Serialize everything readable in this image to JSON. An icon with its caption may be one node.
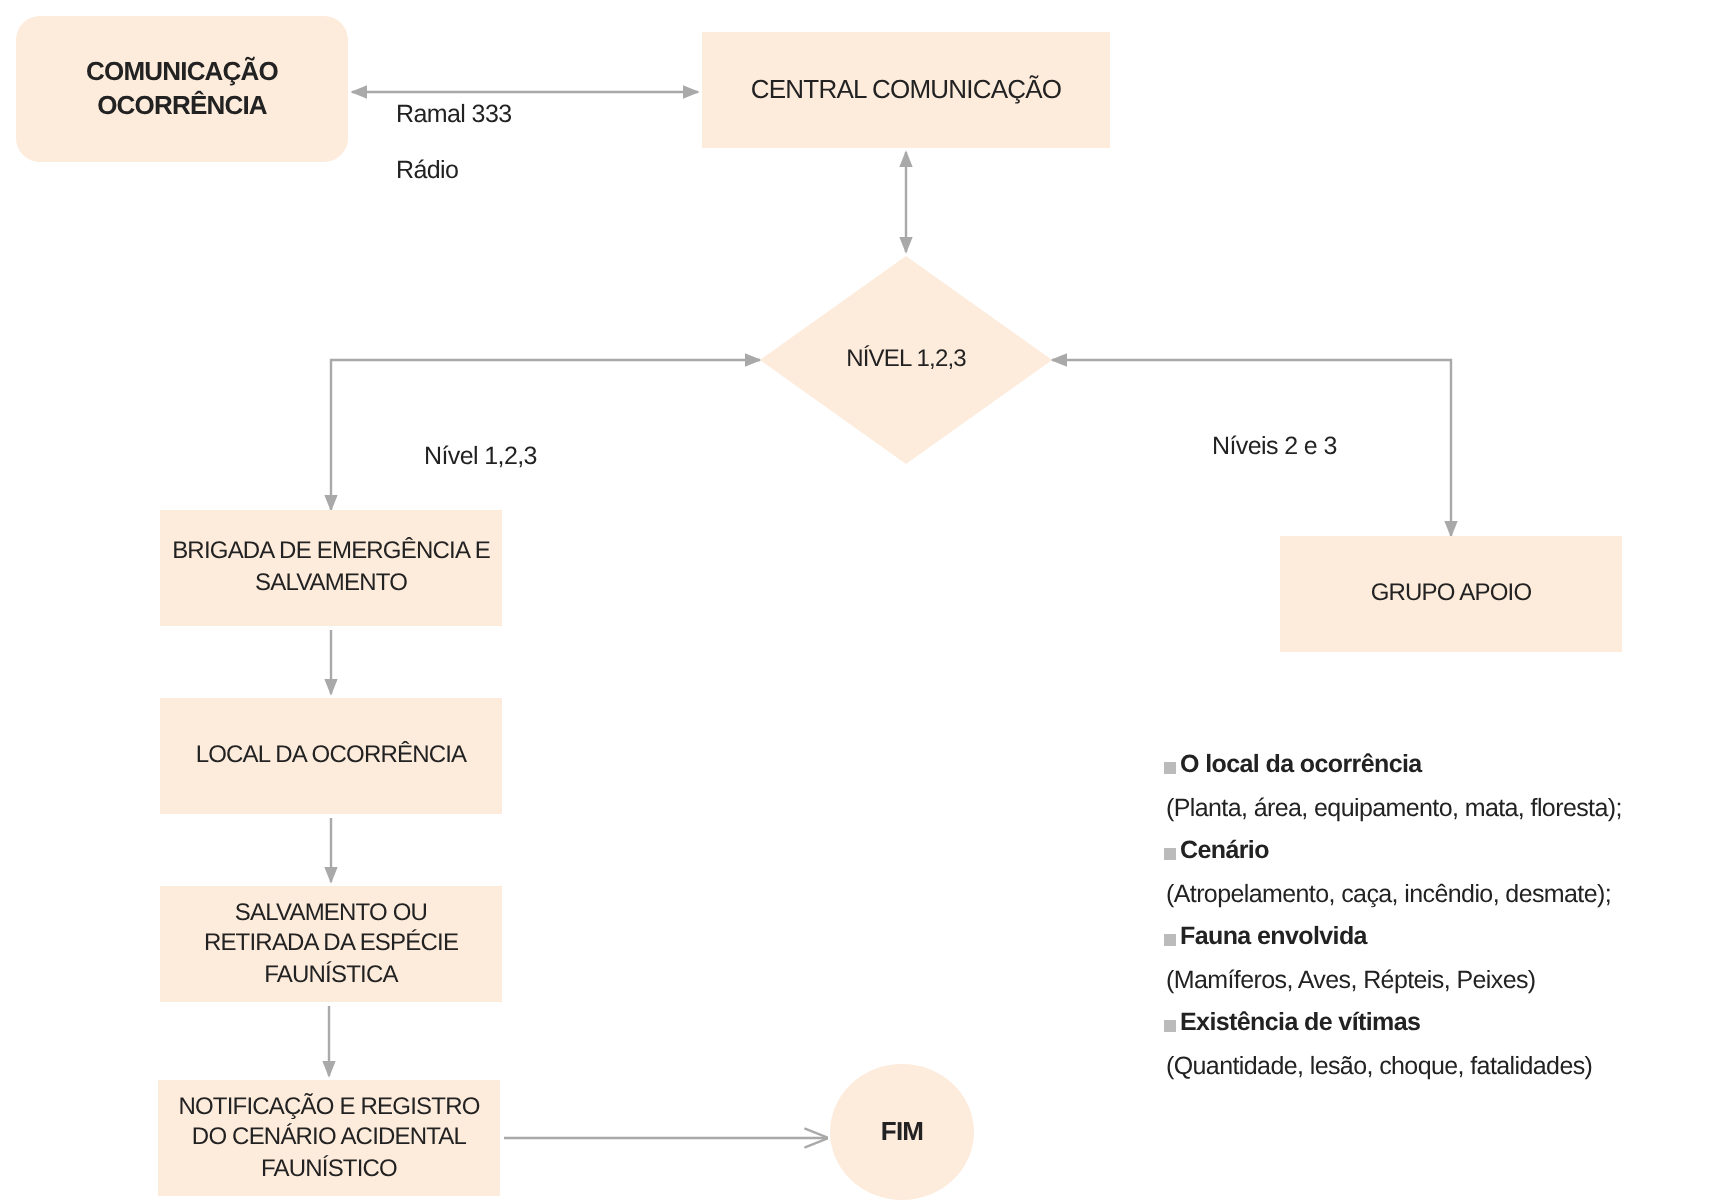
{
  "diagram": {
    "nodes": [
      {
        "text": [
          "COMUNICAÇÃO OCORRÊNCIA"
        ]
      },
      {
        "text": [
          "CENTRAL COMUNICAÇÃO"
        ]
      },
      {
        "text": [
          "NÍVEL 1,2,3"
        ]
      },
      {
        "text": [
          "BRIGADA DE EMERGÊNCIA E SALVAMENTO"
        ]
      },
      {
        "text": [
          "GRUPO APOIO"
        ]
      },
      {
        "text": [
          "LOCAL DA OCORRÊNCIA"
        ]
      },
      {
        "text": [
          "SALVAMENTO OU RETIRADA  DA ESPÉCIE FAUNÍSTICA"
        ]
      },
      {
        "text": [
          "NOTIFICAÇÃO E REGISTRO DO CENÁRIO ACIDENTAL FAUNÍSTICO"
        ]
      },
      {
        "text": [
          "FIM"
        ]
      }
    ],
    "edges": [
      {
        "from": 0,
        "to": 1,
        "arrow": "both"
      },
      {
        "from": 1,
        "to": 2,
        "arrow": "both"
      },
      {
        "from": 2,
        "to": 3,
        "arrow": "both"
      },
      {
        "from": 2,
        "to": 4,
        "arrow": "both"
      },
      {
        "from": 3,
        "to": 5,
        "arrow": "to"
      },
      {
        "from": 5,
        "to": 6,
        "arrow": "to"
      },
      {
        "from": 6,
        "to": 7,
        "arrow": "to"
      },
      {
        "from": 7,
        "to": 8,
        "arrow": "to"
      }
    ],
    "labels": [
      "Ramal 333",
      "Rádio",
      "Nível 1,2,3",
      "Níveis 2 e 3",
      "O local da ocorrência",
      "(Planta, área, equipamento, mata, floresta);",
      "Cenário",
      "(Atropelamento, caça, incêndio, desmate);",
      "Fauna envolvida",
      "(Mamíferos, Aves, Répteis, Peixes)",
      "Existência de vítimas",
      "(Quantidade, lesão, choque, fatalidades)"
    ]
  }
}
